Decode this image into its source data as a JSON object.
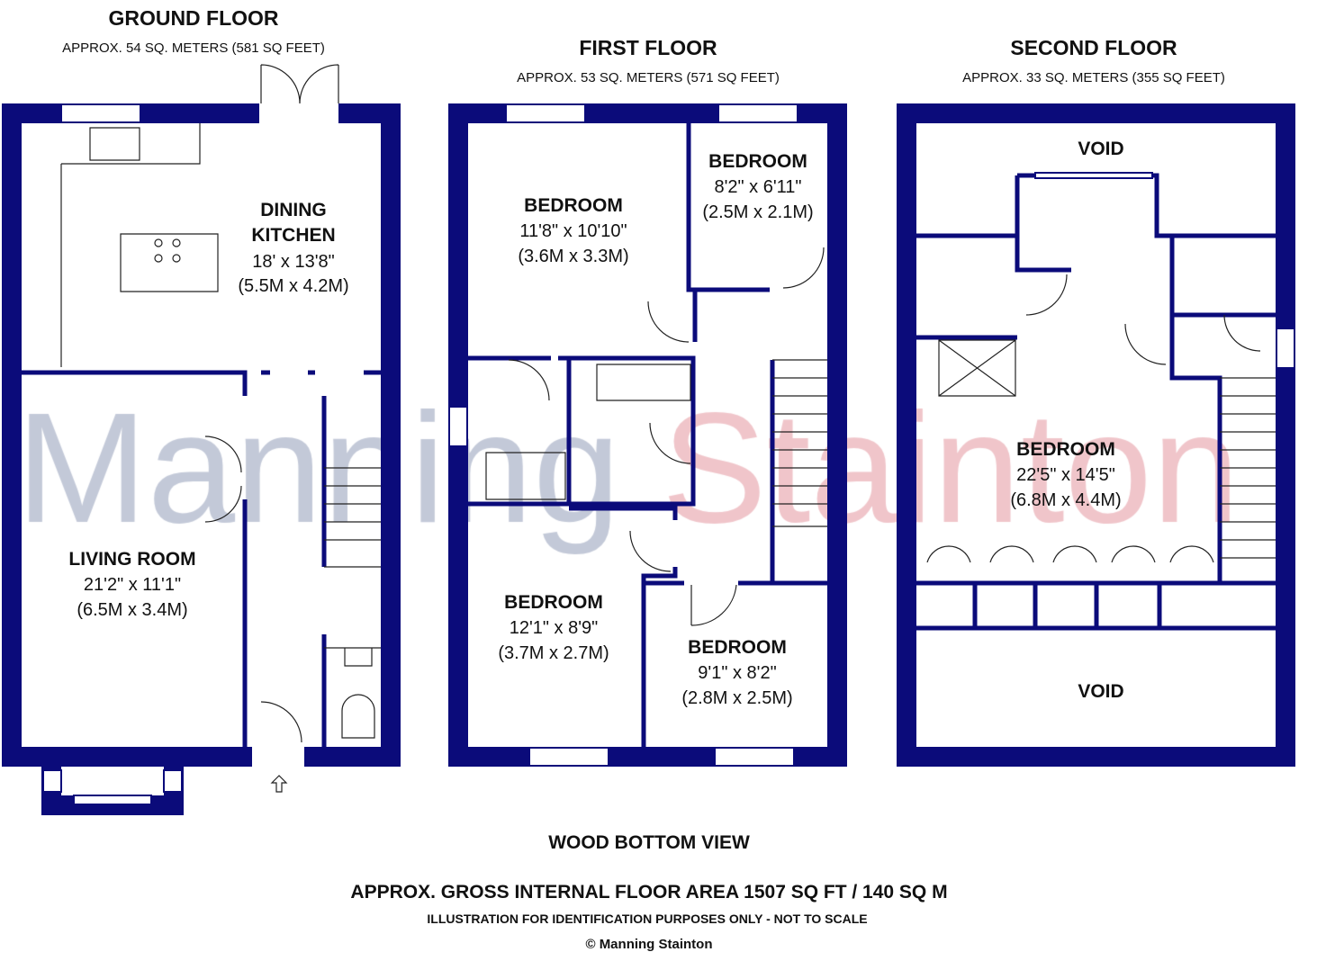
{
  "watermark": {
    "part1": "Manning",
    "part2": "Stainton",
    "color1": "#c3c9d8",
    "color2": "#f0c5ca"
  },
  "wall_color": "#0b0b7a",
  "floors": [
    {
      "title": "GROUND FLOOR",
      "area": "APPROX. 54 SQ. METERS (581 SQ FEET)",
      "rooms": [
        {
          "name": "DINING",
          "name2": "KITCHEN",
          "imperial": "18' x 13'8\"",
          "metric": "(5.5M x 4.2M)"
        },
        {
          "name": "LIVING ROOM",
          "imperial": "21'2\" x 11'1\"",
          "metric": "(6.5M x 3.4M)"
        }
      ]
    },
    {
      "title": "FIRST FLOOR",
      "area": "APPROX. 53 SQ. METERS (571 SQ FEET)",
      "rooms": [
        {
          "name": "BEDROOM",
          "imperial": "11'8\" x 10'10\"",
          "metric": "(3.6M x 3.3M)"
        },
        {
          "name": "BEDROOM",
          "imperial": "8'2\" x 6'11\"",
          "metric": "(2.5M x 2.1M)"
        },
        {
          "name": "BEDROOM",
          "imperial": "12'1\" x 8'9\"",
          "metric": "(3.7M x 2.7M)"
        },
        {
          "name": "BEDROOM",
          "imperial": "9'1\" x 8'2\"",
          "metric": "(2.8M x 2.5M)"
        }
      ]
    },
    {
      "title": "SECOND FLOOR",
      "area": "APPROX. 33 SQ. METERS (355 SQ FEET)",
      "rooms": [
        {
          "name": "VOID"
        },
        {
          "name": "BEDROOM",
          "imperial": "22'5\" x 14'5\"",
          "metric": "(6.8M x 4.4M)"
        },
        {
          "name": "VOID"
        }
      ]
    }
  ],
  "footer": {
    "property": "WOOD BOTTOM VIEW",
    "gross_area": "APPROX. GROSS INTERNAL FLOOR AREA 1507 SQ FT / 140 SQ M",
    "disclaimer": "ILLUSTRATION FOR IDENTIFICATION PURPOSES ONLY - NOT TO SCALE",
    "copyright": "© Manning Stainton"
  }
}
